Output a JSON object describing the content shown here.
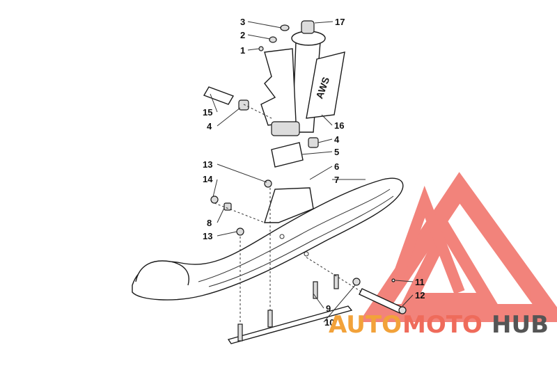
{
  "callouts": [
    {
      "label": "3"
    },
    {
      "label": "2"
    },
    {
      "label": "1"
    },
    {
      "label": "17"
    },
    {
      "label": "15"
    },
    {
      "label": "4"
    },
    {
      "label": "16"
    },
    {
      "label": "4"
    },
    {
      "label": "5"
    },
    {
      "label": "13"
    },
    {
      "label": "6"
    },
    {
      "label": "14"
    },
    {
      "label": "7"
    },
    {
      "label": "8"
    },
    {
      "label": "13"
    },
    {
      "label": "11"
    },
    {
      "label": "12"
    },
    {
      "label": "9"
    },
    {
      "label": "10"
    }
  ],
  "decal_text": "AWS",
  "watermark": {
    "word_1": "AUTO",
    "word_2": "MOTO",
    "word_3": "HUB",
    "color_auto": "#f2a23a",
    "color_moto": "#ef6b5b",
    "color_hub": "#555555",
    "logo_color": "#ee5a50"
  }
}
